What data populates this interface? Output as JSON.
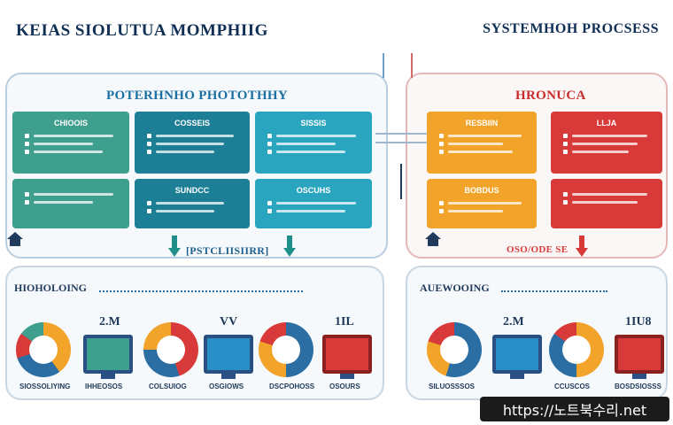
{
  "titles": {
    "left": "KEIAS SIOLUTUA MOMPHIIG",
    "right": "SYSTEMHOH PROCSESS"
  },
  "subtitles": {
    "left": "POTERHNHO PHOTOTHHY",
    "right": "HRONUCA"
  },
  "left_cards": [
    {
      "title": "CHIOOIS",
      "color": "#3f9f8e"
    },
    {
      "title": "COSSEIS",
      "color": "#1c7f96"
    },
    {
      "title": "SISSIS",
      "color": "#2aa5c0"
    },
    {
      "title": "",
      "color": "#3f9f8e"
    },
    {
      "title": "SUNDCC",
      "color": "#1c7f96"
    },
    {
      "title": "OSCUHS",
      "color": "#2aa5c0"
    }
  ],
  "right_cards": [
    {
      "title": "RESBIIN",
      "color": "#f2a329"
    },
    {
      "title": "LLJA",
      "color": "#d83a3a"
    },
    {
      "title": "BOBDUS",
      "color": "#f2a329"
    },
    {
      "title": "",
      "color": "#d83a3a"
    }
  ],
  "mid_labels": {
    "left": "[PSTCLIISIIRR]",
    "right": "OSO/ODE SE"
  },
  "sections": {
    "left": "HIOHOLOING",
    "right": "AUEWOOING"
  },
  "stats": {
    "left": [
      "2.M",
      "VV",
      "1IL"
    ],
    "right": [
      "2.M",
      "1IU8"
    ]
  },
  "captions": {
    "left": [
      "SIOSSOLIYING",
      "IHHEOSOS",
      "COLSUIOG",
      "OSGIOWS",
      "DSCPOHOSS",
      "OSOURS"
    ],
    "right": [
      "SILUOSSSOS",
      "CCUSCOS",
      "BOSDSIOSSS"
    ]
  },
  "colors": {
    "accent_teal": "#1c7f96",
    "accent_green": "#3f9f8e",
    "accent_blue": "#2aa5c0",
    "accent_orange": "#f2a329",
    "accent_red": "#d83a3a",
    "navy": "#1f3a5a"
  },
  "watermark": "https://노트북수리.net"
}
